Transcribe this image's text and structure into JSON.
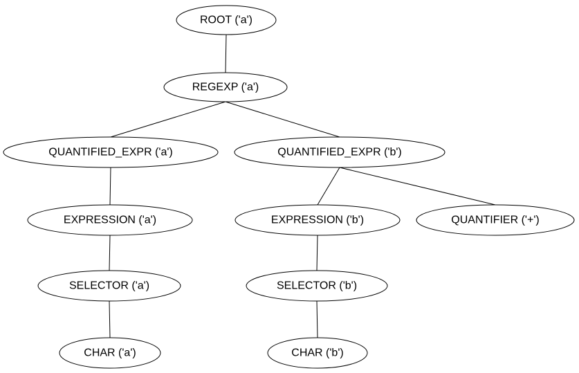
{
  "diagram": {
    "type": "tree",
    "nodes": {
      "root": {
        "label": "ROOT ('a')"
      },
      "regexp": {
        "label": "REGEXP ('a')"
      },
      "quantified_expr_a": {
        "label": "QUANTIFIED_EXPR ('a')"
      },
      "quantified_expr_b": {
        "label": "QUANTIFIED_EXPR ('b')"
      },
      "expression_a": {
        "label": "EXPRESSION ('a')"
      },
      "expression_b": {
        "label": "EXPRESSION ('b')"
      },
      "quantifier_plus": {
        "label": "QUANTIFIER ('+')"
      },
      "selector_a": {
        "label": "SELECTOR ('a')"
      },
      "selector_b": {
        "label": "SELECTOR ('b')"
      },
      "char_a": {
        "label": "CHAR ('a')"
      },
      "char_b": {
        "label": "CHAR ('b')"
      }
    },
    "edges": [
      [
        "root",
        "regexp"
      ],
      [
        "regexp",
        "quantified_expr_a"
      ],
      [
        "regexp",
        "quantified_expr_b"
      ],
      [
        "quantified_expr_a",
        "expression_a"
      ],
      [
        "quantified_expr_b",
        "expression_b"
      ],
      [
        "quantified_expr_b",
        "quantifier_plus"
      ],
      [
        "expression_a",
        "selector_a"
      ],
      [
        "expression_b",
        "selector_b"
      ],
      [
        "selector_a",
        "char_a"
      ],
      [
        "selector_b",
        "char_b"
      ]
    ]
  }
}
